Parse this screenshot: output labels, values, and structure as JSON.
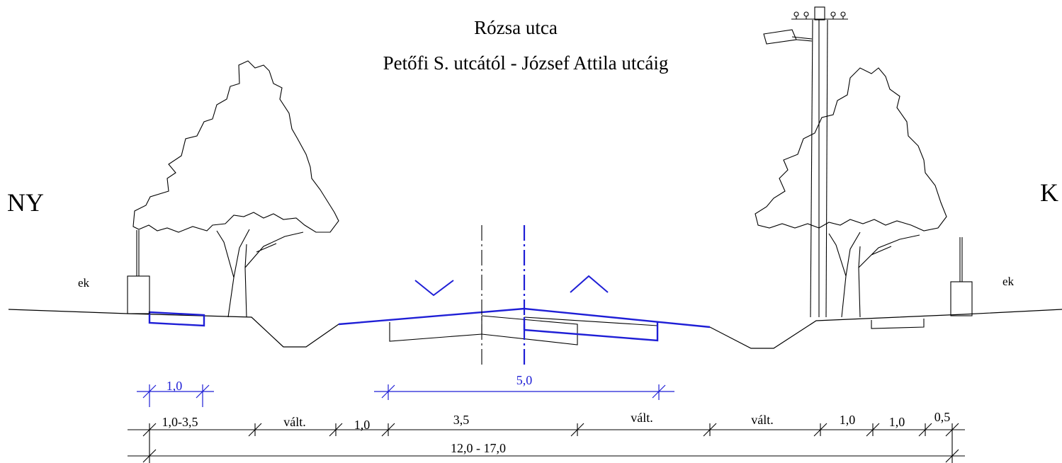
{
  "title": {
    "line1": "Rózsa  utca",
    "line2": "Petőfi S. utcától - József Attila utcáig"
  },
  "directions": {
    "west": "NY",
    "east": "K"
  },
  "boundary_labels": {
    "left": "ek",
    "right": "ek"
  },
  "dimensions": {
    "blue_upper": "1,0",
    "blue_lower": "5,0",
    "row1": [
      "1,0-3,5",
      "vált.",
      "1,0",
      "3,5",
      "vált.",
      "vált.",
      "1,0",
      "1,0",
      "0,5"
    ],
    "total": "12,0 - 17,0"
  },
  "colors": {
    "ink": "#000000",
    "blue": "#1f1fd6"
  }
}
